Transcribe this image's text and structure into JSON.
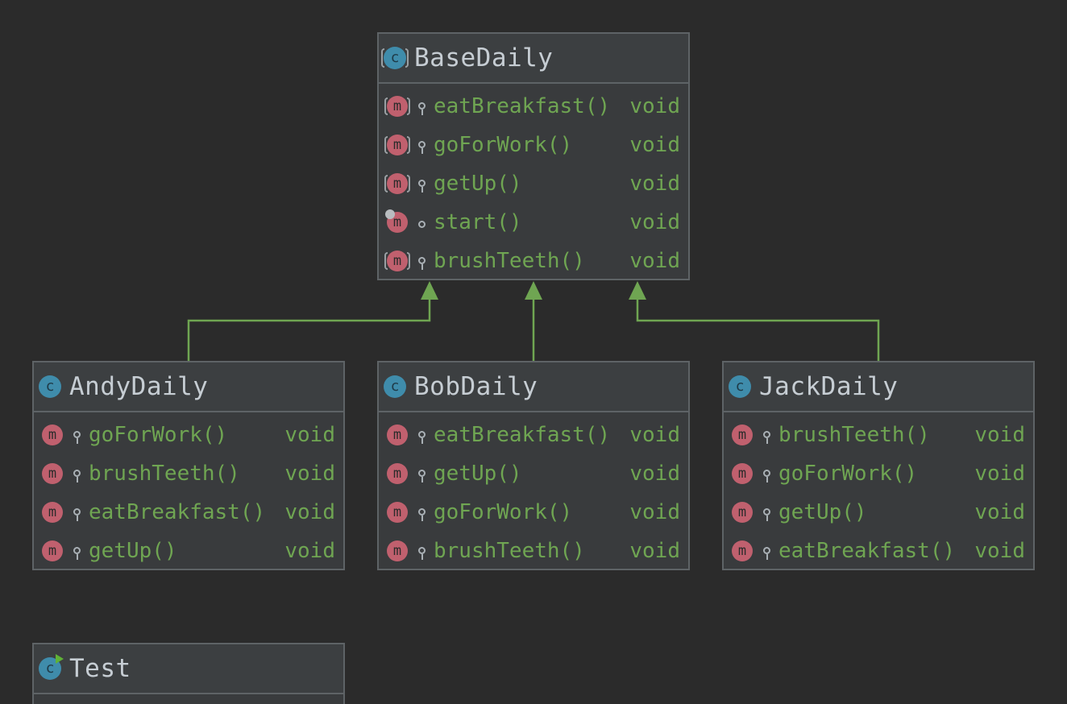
{
  "diagram": {
    "classes": {
      "base": {
        "name": "BaseDaily",
        "kind_icon": "abstract-class-icon",
        "methods": [
          {
            "name": "eatBreakfast()",
            "type": "void",
            "icon": "abstract-method-icon",
            "visibility": "package-private"
          },
          {
            "name": "goForWork()",
            "type": "void",
            "icon": "abstract-method-icon",
            "visibility": "package-private"
          },
          {
            "name": "getUp()",
            "type": "void",
            "icon": "abstract-method-icon",
            "visibility": "package-private"
          },
          {
            "name": "start()",
            "type": "void",
            "icon": "method-icon",
            "visibility": "public"
          },
          {
            "name": "brushTeeth()",
            "type": "void",
            "icon": "abstract-method-icon",
            "visibility": "package-private"
          }
        ]
      },
      "andy": {
        "name": "AndyDaily",
        "kind_icon": "class-icon",
        "methods": [
          {
            "name": "goForWork()",
            "type": "void",
            "icon": "method-icon",
            "visibility": "package-private"
          },
          {
            "name": "brushTeeth()",
            "type": "void",
            "icon": "method-icon",
            "visibility": "package-private"
          },
          {
            "name": "eatBreakfast()",
            "type": "void",
            "icon": "method-icon",
            "visibility": "package-private"
          },
          {
            "name": "getUp()",
            "type": "void",
            "icon": "method-icon",
            "visibility": "package-private"
          }
        ]
      },
      "bob": {
        "name": "BobDaily",
        "kind_icon": "class-icon",
        "methods": [
          {
            "name": "eatBreakfast()",
            "type": "void",
            "icon": "method-icon",
            "visibility": "package-private"
          },
          {
            "name": "getUp()",
            "type": "void",
            "icon": "method-icon",
            "visibility": "package-private"
          },
          {
            "name": "goForWork()",
            "type": "void",
            "icon": "method-icon",
            "visibility": "package-private"
          },
          {
            "name": "brushTeeth()",
            "type": "void",
            "icon": "method-icon",
            "visibility": "package-private"
          }
        ]
      },
      "jack": {
        "name": "JackDaily",
        "kind_icon": "class-icon",
        "methods": [
          {
            "name": "brushTeeth()",
            "type": "void",
            "icon": "method-icon",
            "visibility": "package-private"
          },
          {
            "name": "goForWork()",
            "type": "void",
            "icon": "method-icon",
            "visibility": "package-private"
          },
          {
            "name": "getUp()",
            "type": "void",
            "icon": "method-icon",
            "visibility": "package-private"
          },
          {
            "name": "eatBreakfast()",
            "type": "void",
            "icon": "method-icon",
            "visibility": "package-private"
          }
        ]
      },
      "test": {
        "name": "Test",
        "kind_icon": "runnable-class-icon",
        "methods": []
      }
    },
    "relations": [
      {
        "from": "AndyDaily",
        "to": "BaseDaily",
        "kind": "extends"
      },
      {
        "from": "BobDaily",
        "to": "BaseDaily",
        "kind": "extends"
      },
      {
        "from": "JackDaily",
        "to": "BaseDaily",
        "kind": "extends"
      }
    ],
    "icons": {
      "class_letter": "c",
      "method_letter": "m"
    },
    "colors": {
      "background": "#2b2b2b",
      "class_fill": "#393b3d",
      "border": "#5e6366",
      "text": "#c6cdd3",
      "member_text": "#6fa552",
      "edge": "#6fa552",
      "class_icon": "#3f8cab",
      "method_icon": "#c0606e"
    }
  }
}
